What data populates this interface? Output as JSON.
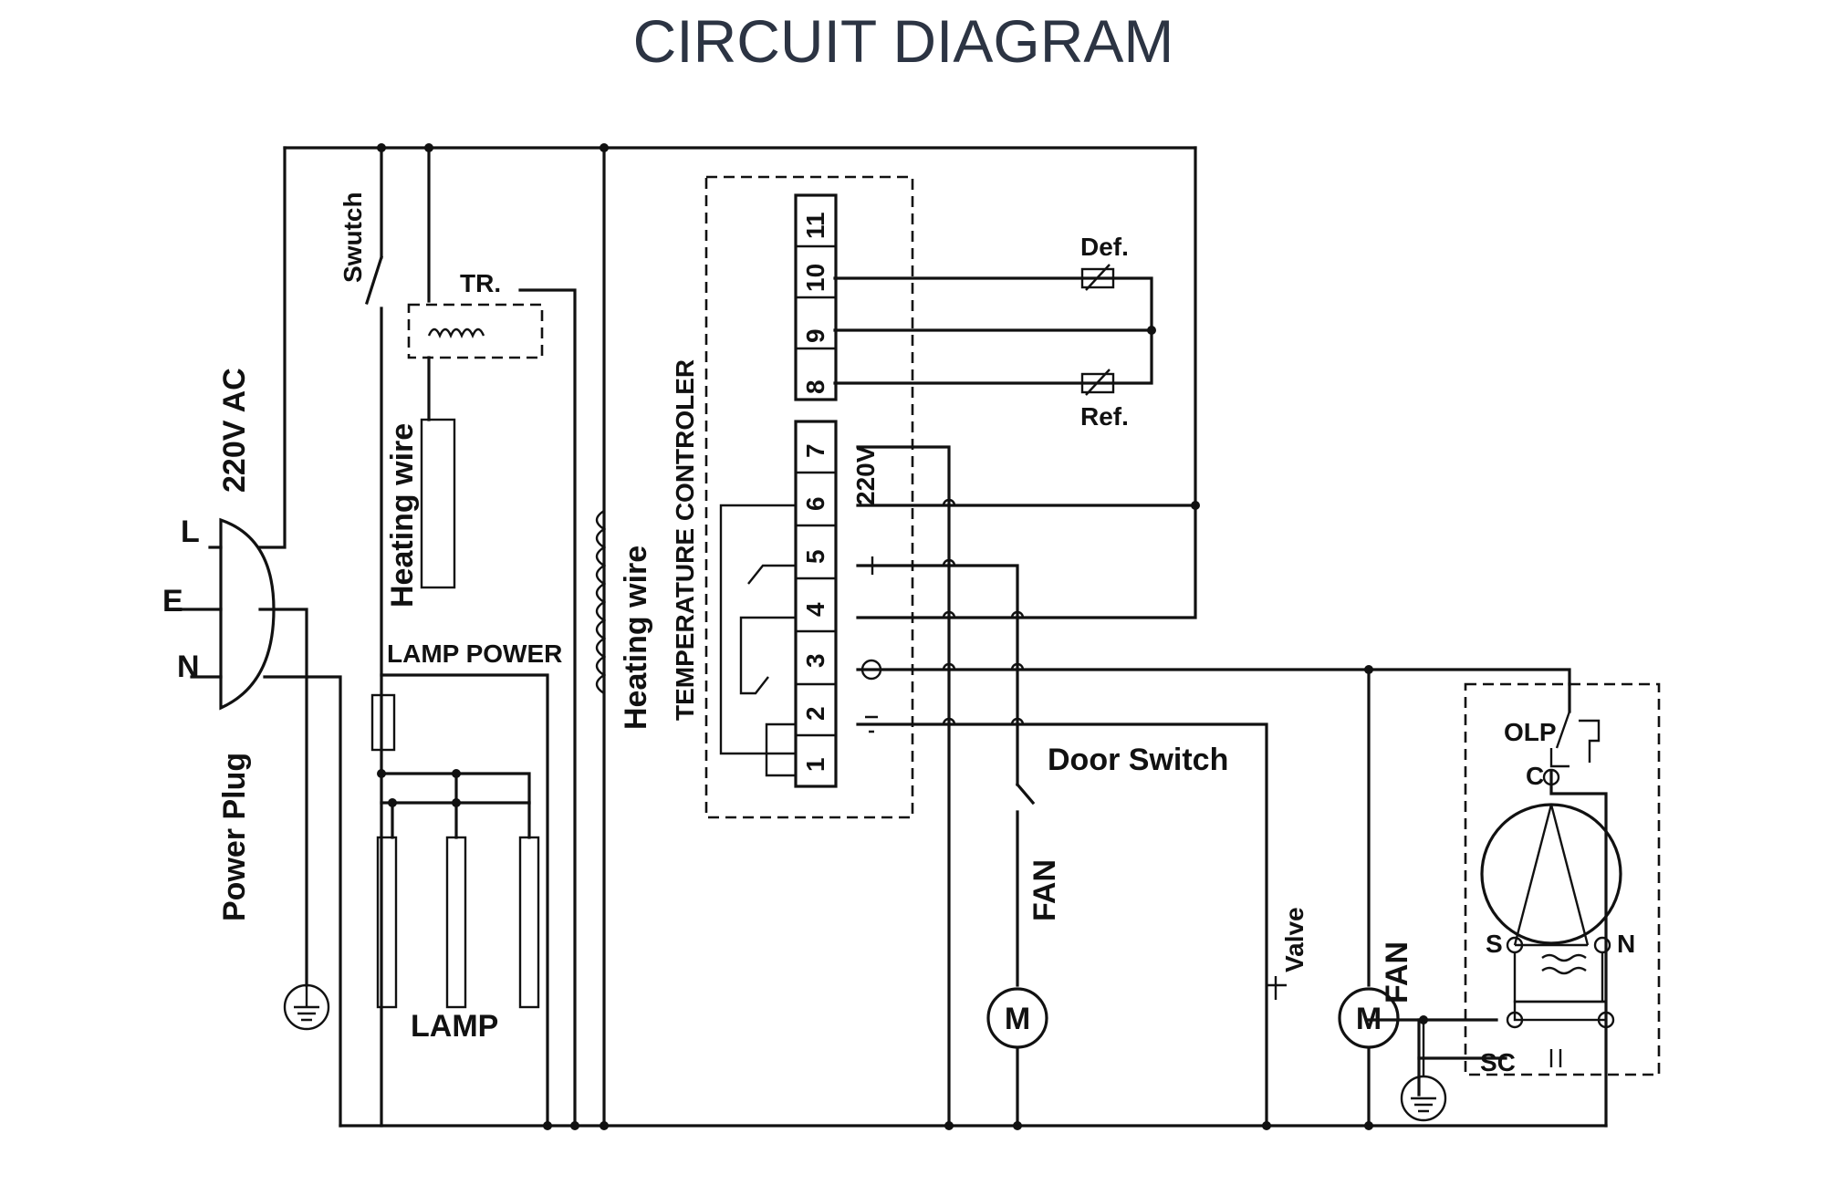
{
  "title": "CIRCUIT DIAGRAM",
  "labels": {
    "supply": "220V AC",
    "plug_l": "L",
    "plug_e": "E",
    "plug_n": "N",
    "power_plug": "Power Plug",
    "switch": "Swutch",
    "transformer": "TR.",
    "heating_wire_left": "Heating wire",
    "heating_wire_mid": "Heating wire",
    "lamp_power": "LAMP POWER",
    "lamp": "LAMP",
    "controller": "TEMPERATURE CONTROLER",
    "def": "Def.",
    "ref": "Ref.",
    "v220": "220V",
    "door_switch": "Door Switch",
    "fan_left": "FAN",
    "fan_right": "FAN",
    "valve": "Valve",
    "olp": "OLP",
    "c": "C",
    "s": "S",
    "n": "N",
    "sc": "SC",
    "motor": "M"
  },
  "terminals": [
    "1",
    "2",
    "3",
    "4",
    "5",
    "6",
    "7",
    "8",
    "9",
    "10",
    "11"
  ],
  "colors": {
    "title": "#2c3443",
    "line": "#111111"
  }
}
